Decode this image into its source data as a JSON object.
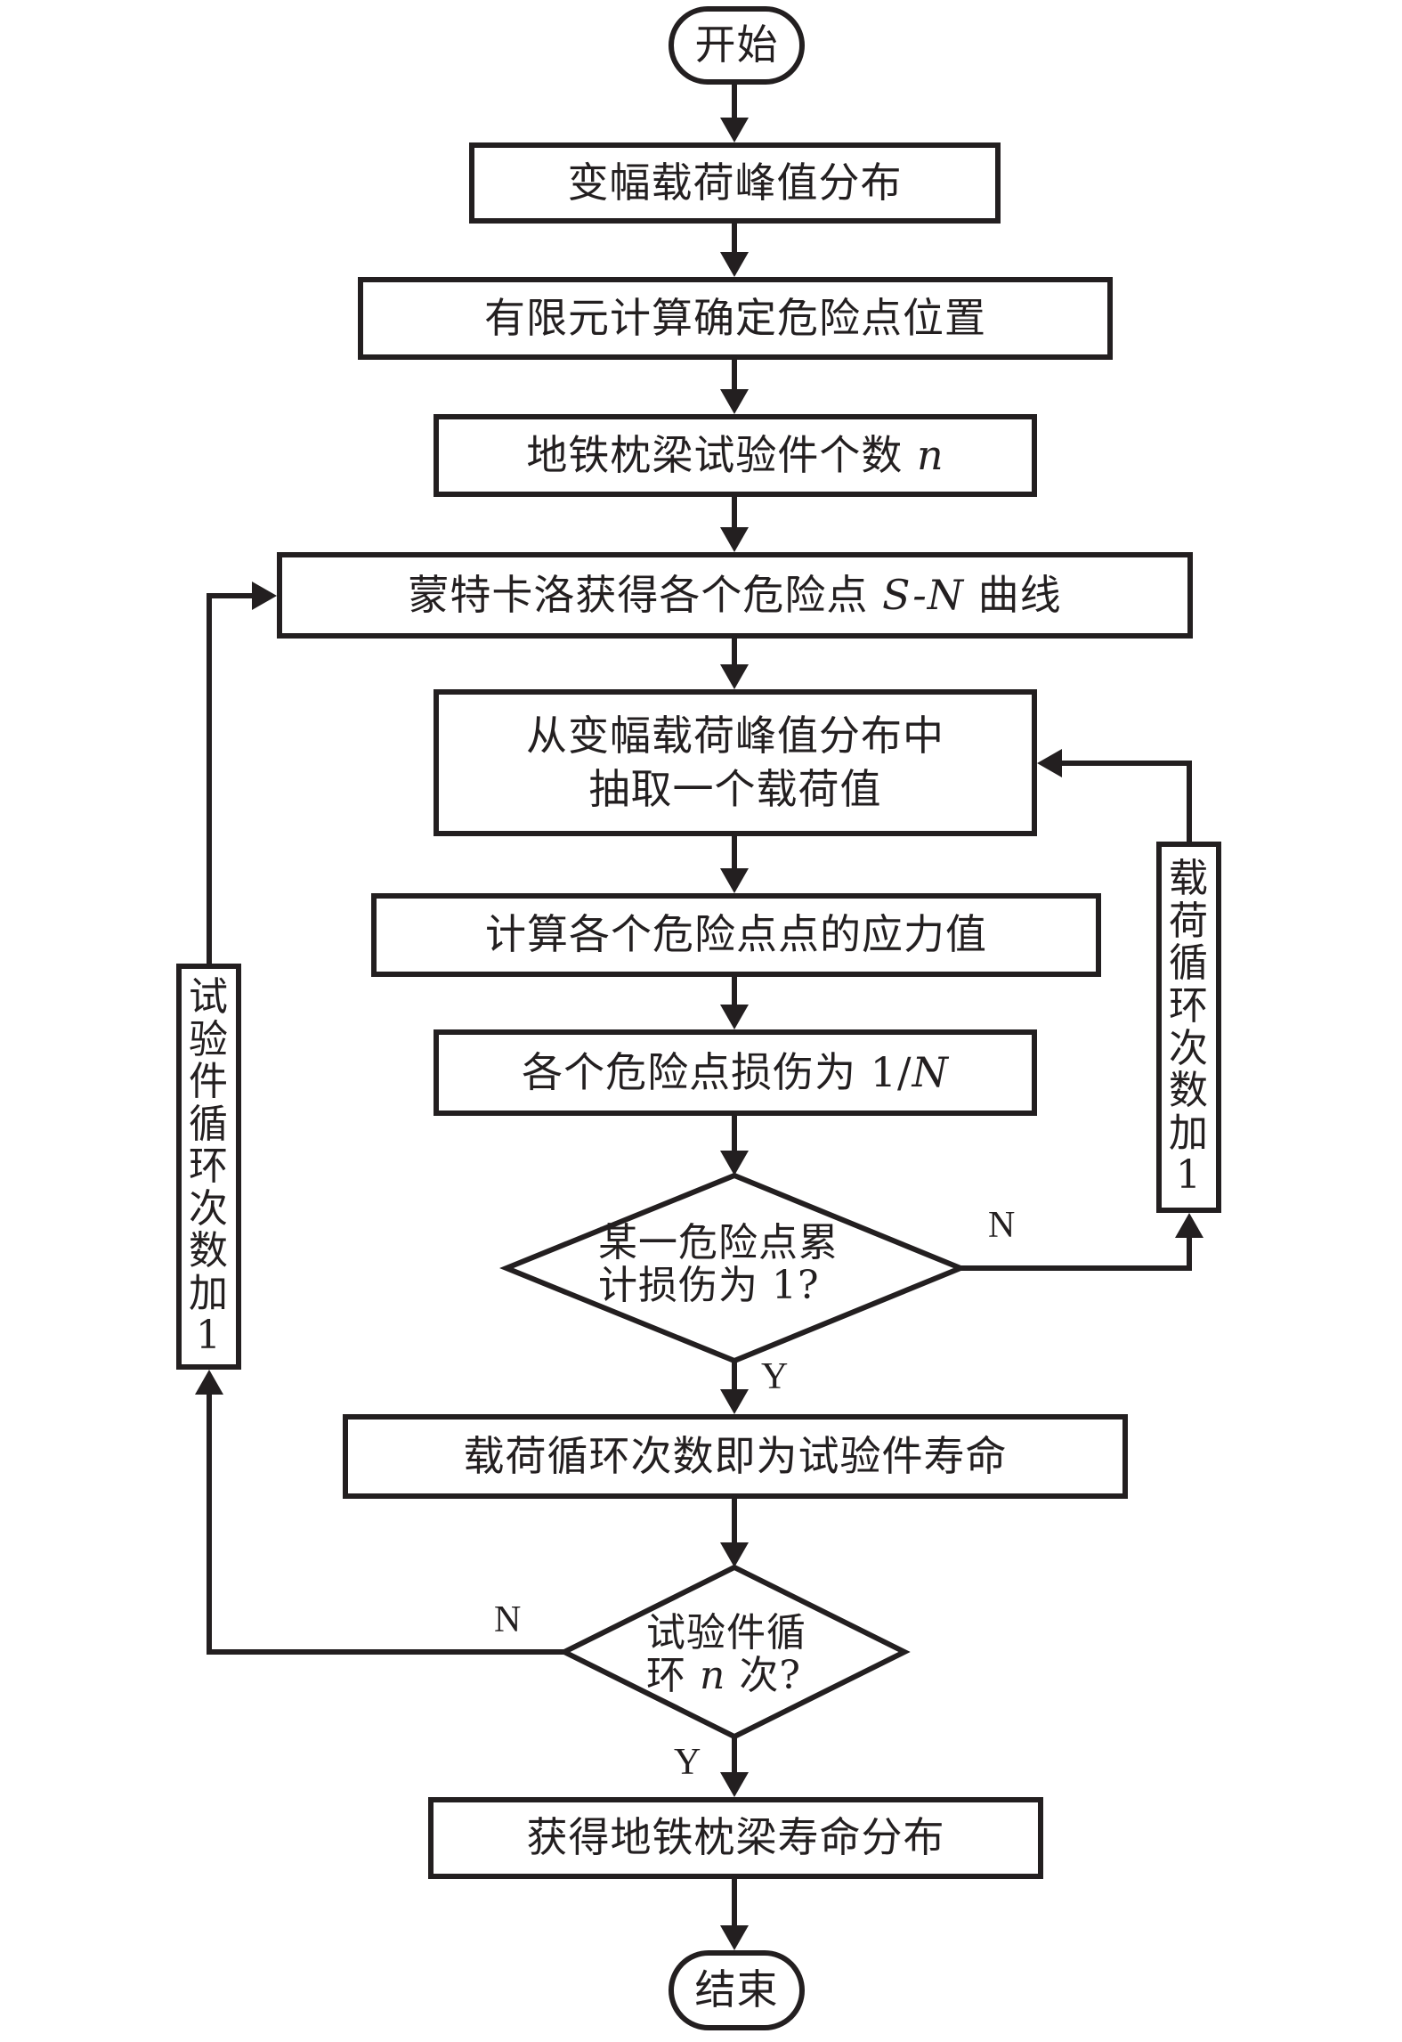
{
  "diagram": {
    "type": "flowchart",
    "start": "开始",
    "end": "结束",
    "steps": [
      {
        "id": "s1",
        "text": "变幅载荷峰值分布"
      },
      {
        "id": "s2",
        "text": "有限元计算确定危险点位置"
      },
      {
        "id": "s3",
        "text_main": "地铁枕梁试验件个数",
        "text_var": "n"
      },
      {
        "id": "s4",
        "text_main": "蒙特卡洛获得各个危险点",
        "text_var": "S-N",
        "text_tail": "曲线"
      },
      {
        "id": "s5",
        "line1": "从变幅载荷峰值分布中",
        "line2": "抽取一个载荷值"
      },
      {
        "id": "s6",
        "text": "计算各个危险点点的应力值"
      },
      {
        "id": "s7",
        "text_main": "各个危险点损伤为 1/",
        "text_var": "N"
      },
      {
        "id": "s8",
        "text": "载荷循环次数即为试验件寿命"
      },
      {
        "id": "s9",
        "text": "获得地铁枕梁寿命分布"
      }
    ],
    "decisions": [
      {
        "id": "d1",
        "line1": "某一危险点累",
        "line2": "计损伤为 1?",
        "yes": "Y",
        "no": "N"
      },
      {
        "id": "d2",
        "line1": "试验件循",
        "line2_pre": "环",
        "line2_var": "n",
        "line2_post": "次?",
        "yes": "Y",
        "no": "N"
      }
    ],
    "loops": [
      {
        "id": "load-loop",
        "chars": [
          "载",
          "荷",
          "循",
          "环",
          "次",
          "数",
          "加",
          "1"
        ]
      },
      {
        "id": "specimen-loop",
        "chars": [
          "试",
          "验",
          "件",
          "循",
          "环",
          "次",
          "数",
          "加",
          "1"
        ]
      }
    ]
  }
}
